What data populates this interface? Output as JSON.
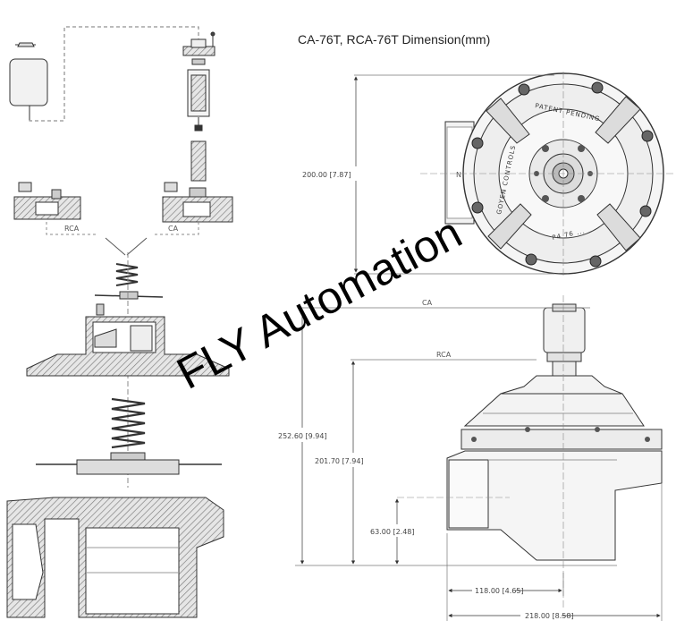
{
  "title": "CA-76T, RCA-76T  Dimension(mm)",
  "watermark": "FLY Automation",
  "exploded_view": {
    "label_rca": "RCA",
    "label_ca": "CA"
  },
  "top_view": {
    "ring_text_brand": "GOYEN CONTROLS",
    "ring_text_patent": "PATENT PENDING",
    "ring_text_small": "P4 76 ...",
    "port_mark": "N",
    "dim_height": "200.00  [7.87]"
  },
  "side_view": {
    "label_ca": "CA",
    "label_rca": "RCA",
    "dim_ca_height": "252.60  [9.94]",
    "dim_rca_height": "201.70  [7.94]",
    "dim_port_height": "63.00  [2.48]",
    "dim_half_width": "118.00  [4.65]",
    "dim_width": "218.00  [8.58]"
  },
  "colors": {
    "line": "#333333",
    "hatch": "#777777",
    "fill": "#e8e8e8",
    "watermark": "#000000"
  }
}
